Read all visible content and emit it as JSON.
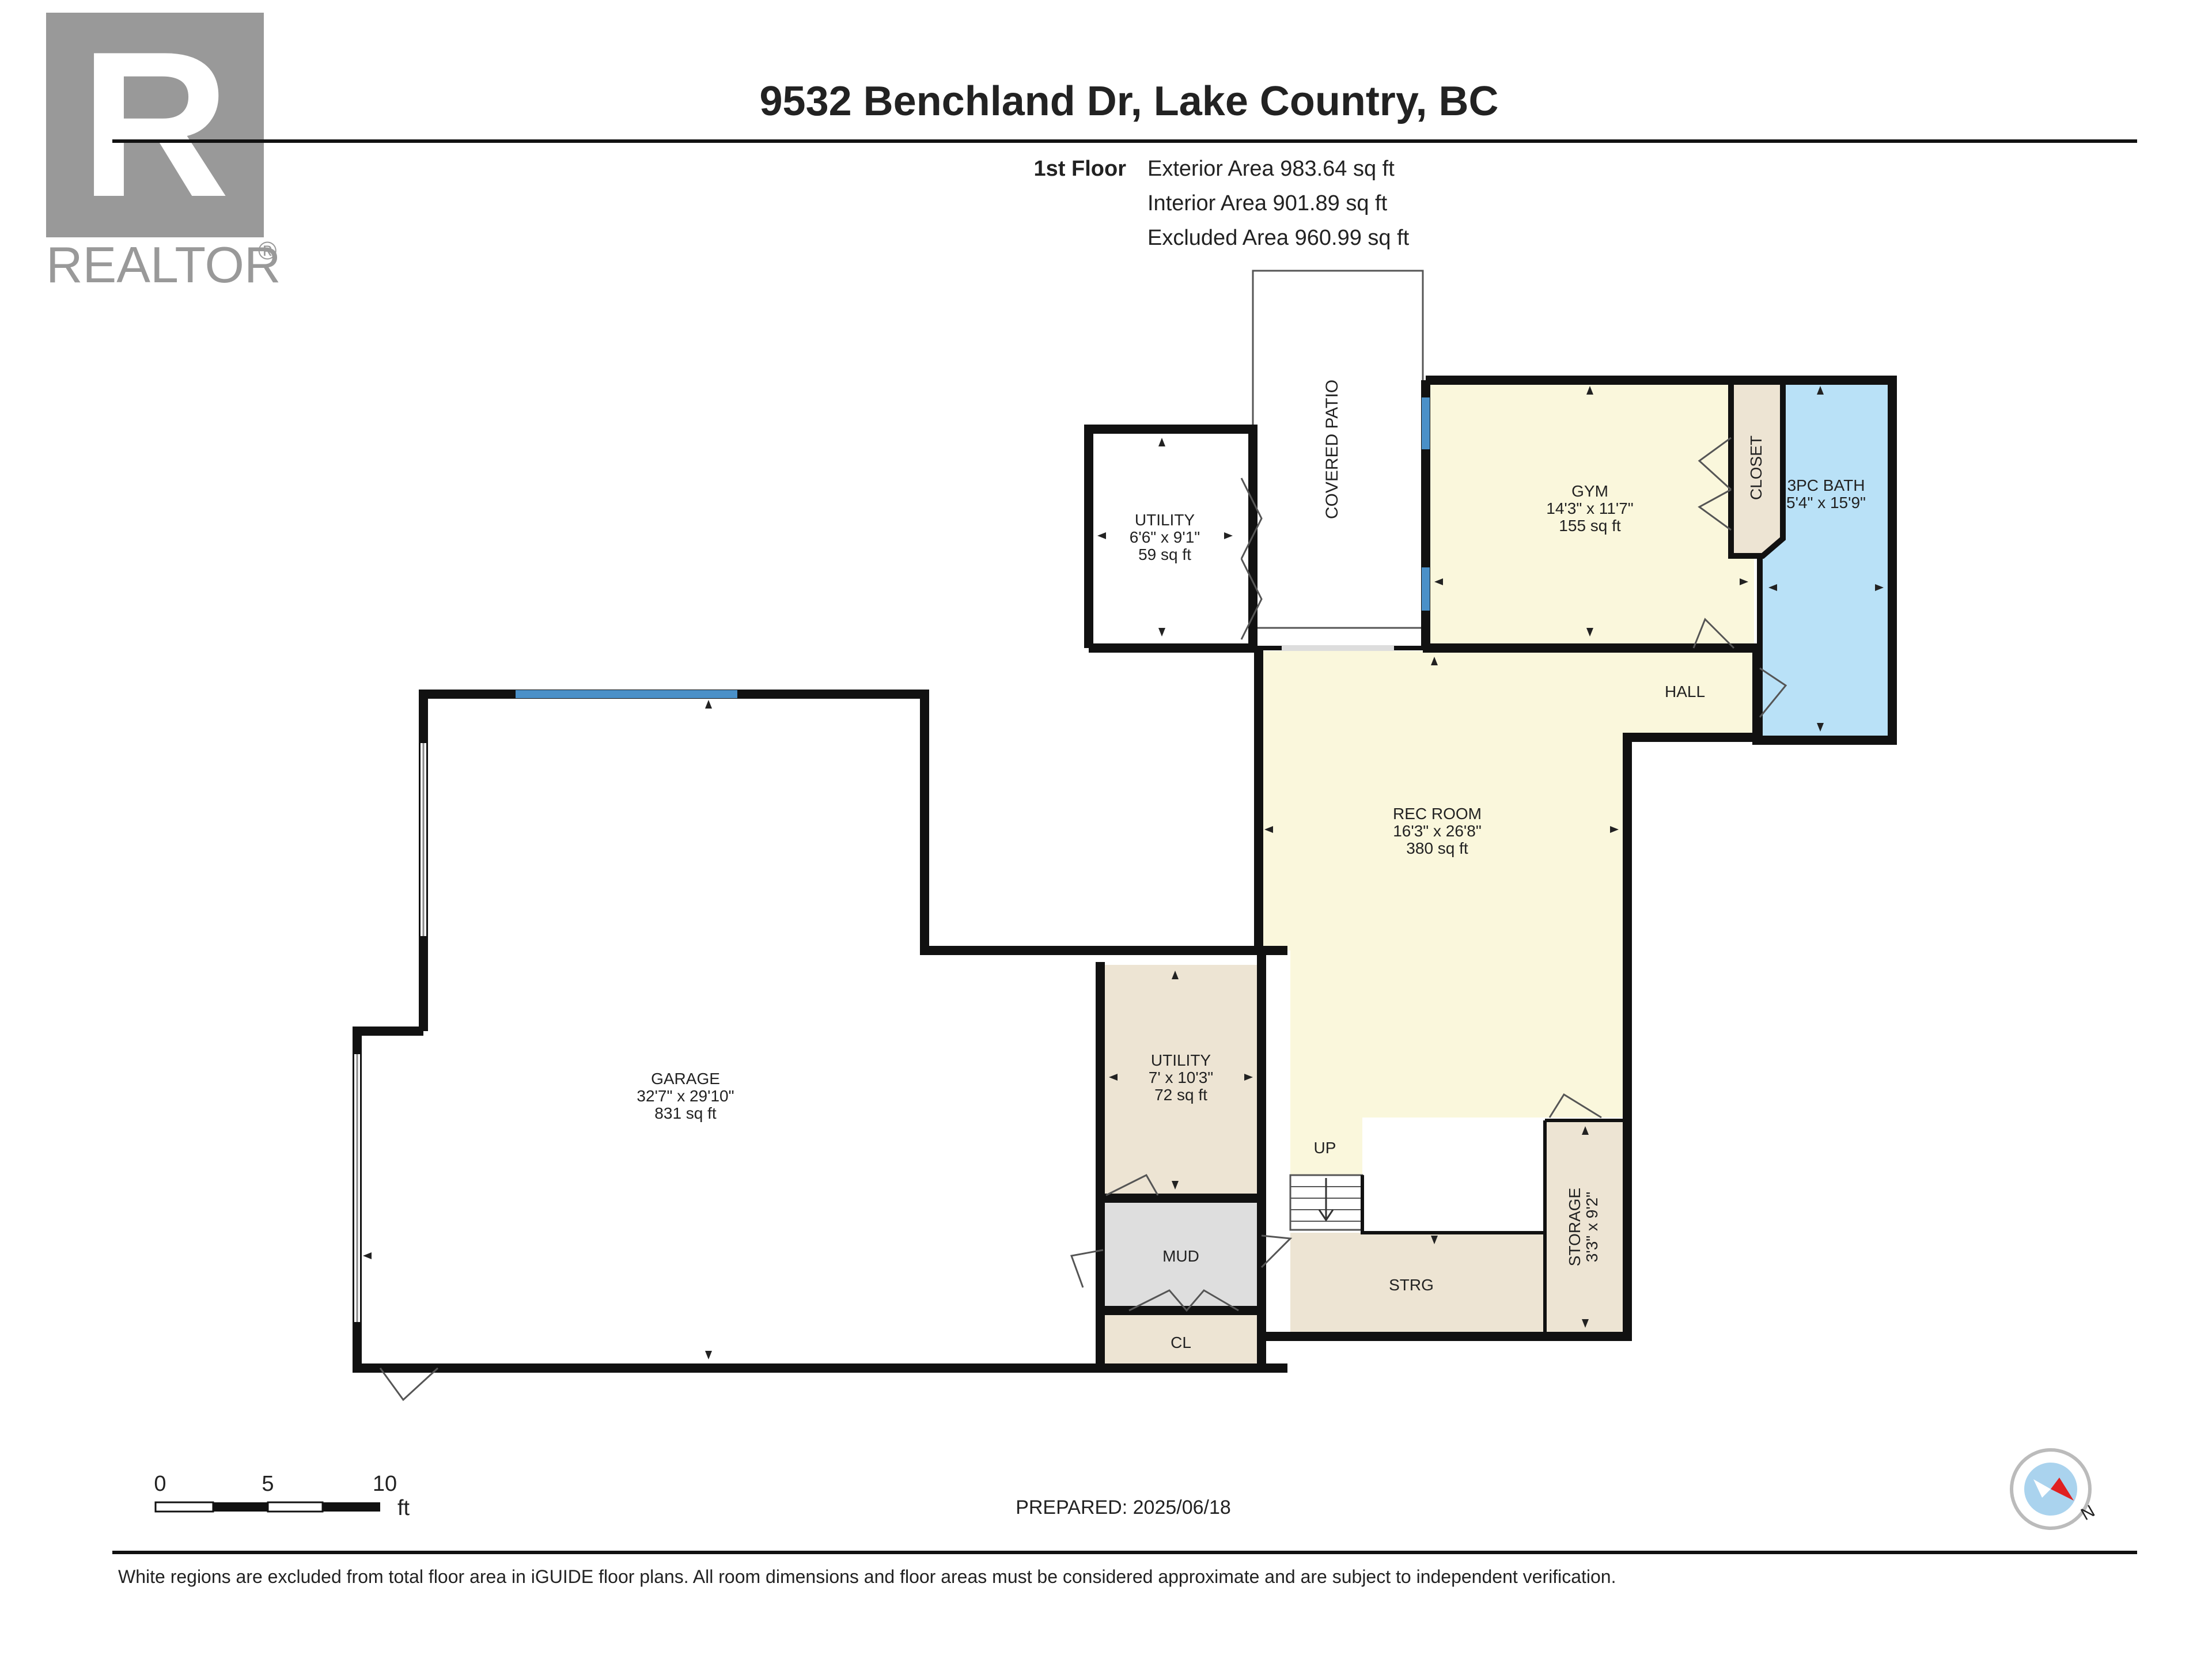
{
  "logo": {
    "brand_text": "REALTOR",
    "registered_mark": "®",
    "letter": "R"
  },
  "header": {
    "title": "9532 Benchland Dr, Lake Country, BC",
    "floor_label": "1st Floor",
    "areas": [
      "Exterior Area 983.64 sq ft",
      "Interior Area 901.89 sq ft",
      "Excluded Area 960.99 sq ft"
    ]
  },
  "rooms": {
    "covered_patio": {
      "name": "COVERED PATIO"
    },
    "utility_top": {
      "name": "UTILITY",
      "dims": "6'6\" x 9'1\"",
      "area": "59 sq ft"
    },
    "gym": {
      "name": "GYM",
      "dims": "14'3\" x 11'7\"",
      "area": "155 sq ft"
    },
    "closet": {
      "name": "CLOSET"
    },
    "bath": {
      "name": "3PC BATH",
      "dims": "5'4\" x 15'9\""
    },
    "hall": {
      "name": "HALL"
    },
    "rec_room": {
      "name": "REC ROOM",
      "dims": "16'3\" x 26'8\"",
      "area": "380 sq ft"
    },
    "garage": {
      "name": "GARAGE",
      "dims": "32'7\" x 29'10\"",
      "area": "831 sq ft"
    },
    "utility_bottom": {
      "name": "UTILITY",
      "dims": "7' x 10'3\"",
      "area": "72 sq ft"
    },
    "mud": {
      "name": "MUD"
    },
    "cl": {
      "name": "CL"
    },
    "strg": {
      "name": "STRG"
    },
    "storage": {
      "name": "STORAGE",
      "dims": "3'3\" x 9'2\""
    },
    "stairs": {
      "label": "UP"
    }
  },
  "scale_bar": {
    "ticks": [
      "0",
      "5",
      "10"
    ],
    "unit": "ft"
  },
  "prepared": "PREPARED: 2025/06/18",
  "compass": {
    "label": "N",
    "icon": "compass-icon"
  },
  "footer": {
    "disclaimer": "White regions are excluded from total floor area in iGUIDE floor plans. All room dimensions and floor areas must be considered approximate and are subject to independent verification."
  },
  "colors": {
    "wall": "#111111",
    "cream_room": "#faf7dc",
    "tan_room": "#ede4d3",
    "grey_room": "#dedede",
    "bath": "#b9e1f7",
    "window": "#4a90c8",
    "logo_grey": "#999999"
  }
}
